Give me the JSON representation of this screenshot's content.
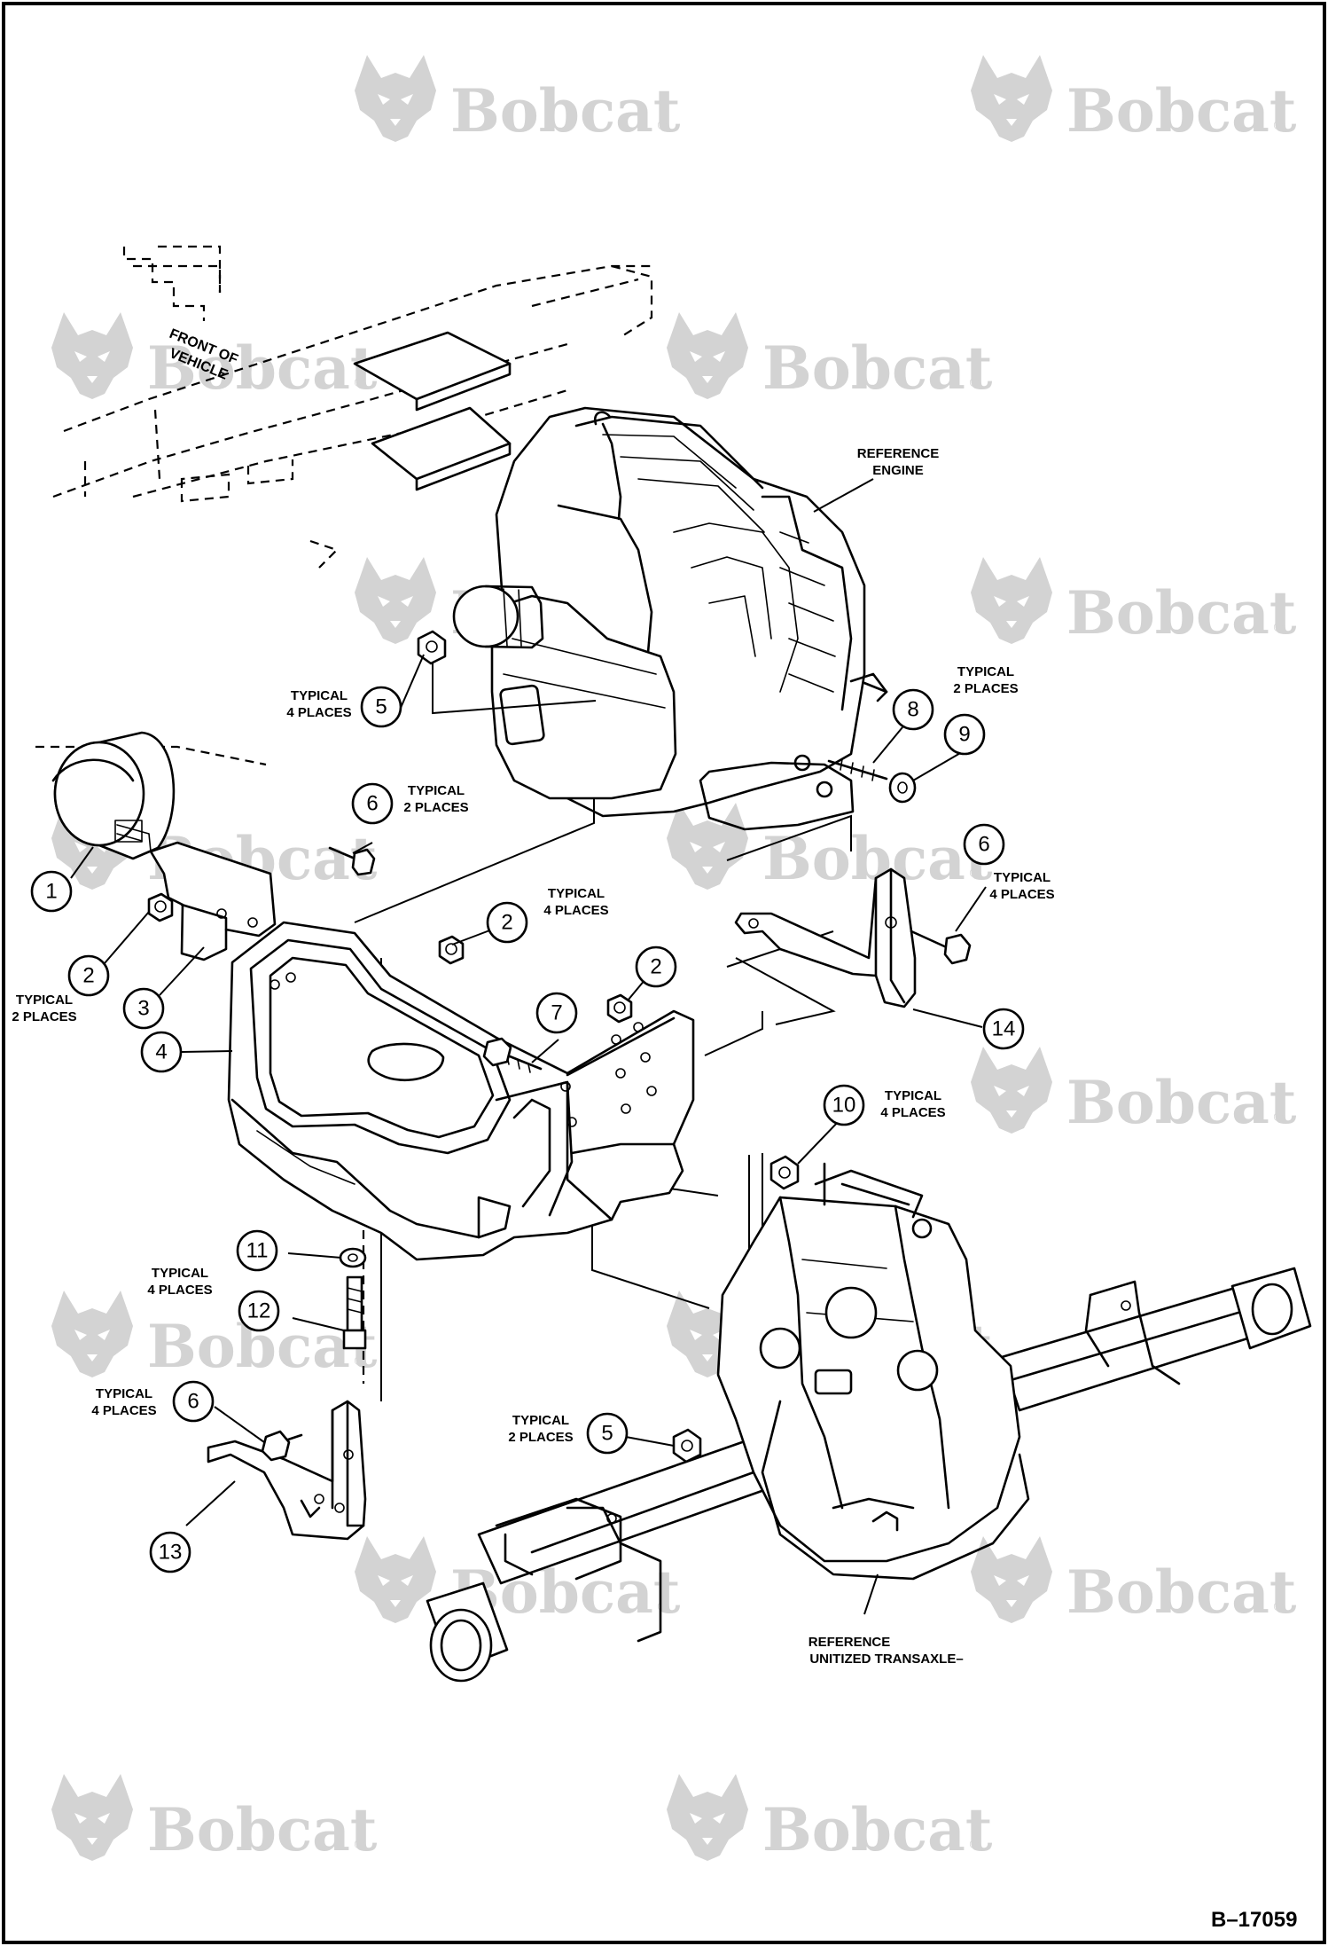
{
  "watermark": {
    "brand": "Bobcat",
    "mark": "®"
  },
  "direction_label": {
    "line1": "FRONT OF",
    "line2": "VEHICLE"
  },
  "notes": {
    "reference_engine": [
      "REFERENCE",
      "ENGINE"
    ],
    "reference_transaxle": [
      "REFERENCE",
      "UNITIZED TRANSAXLE–"
    ],
    "typical_2_places": [
      "TYPICAL",
      "2 PLACES"
    ],
    "typical_4_places": [
      "TYPICAL",
      "4 PLACES"
    ]
  },
  "callouts": [
    "1",
    "2",
    "3",
    "4",
    "5",
    "6",
    "7",
    "8",
    "9",
    "10",
    "11",
    "12",
    "13",
    "14"
  ],
  "figure_id": "B–17059",
  "colors": {
    "line": "#000000",
    "watermark": "#d3d3d3",
    "background": "#ffffff"
  }
}
